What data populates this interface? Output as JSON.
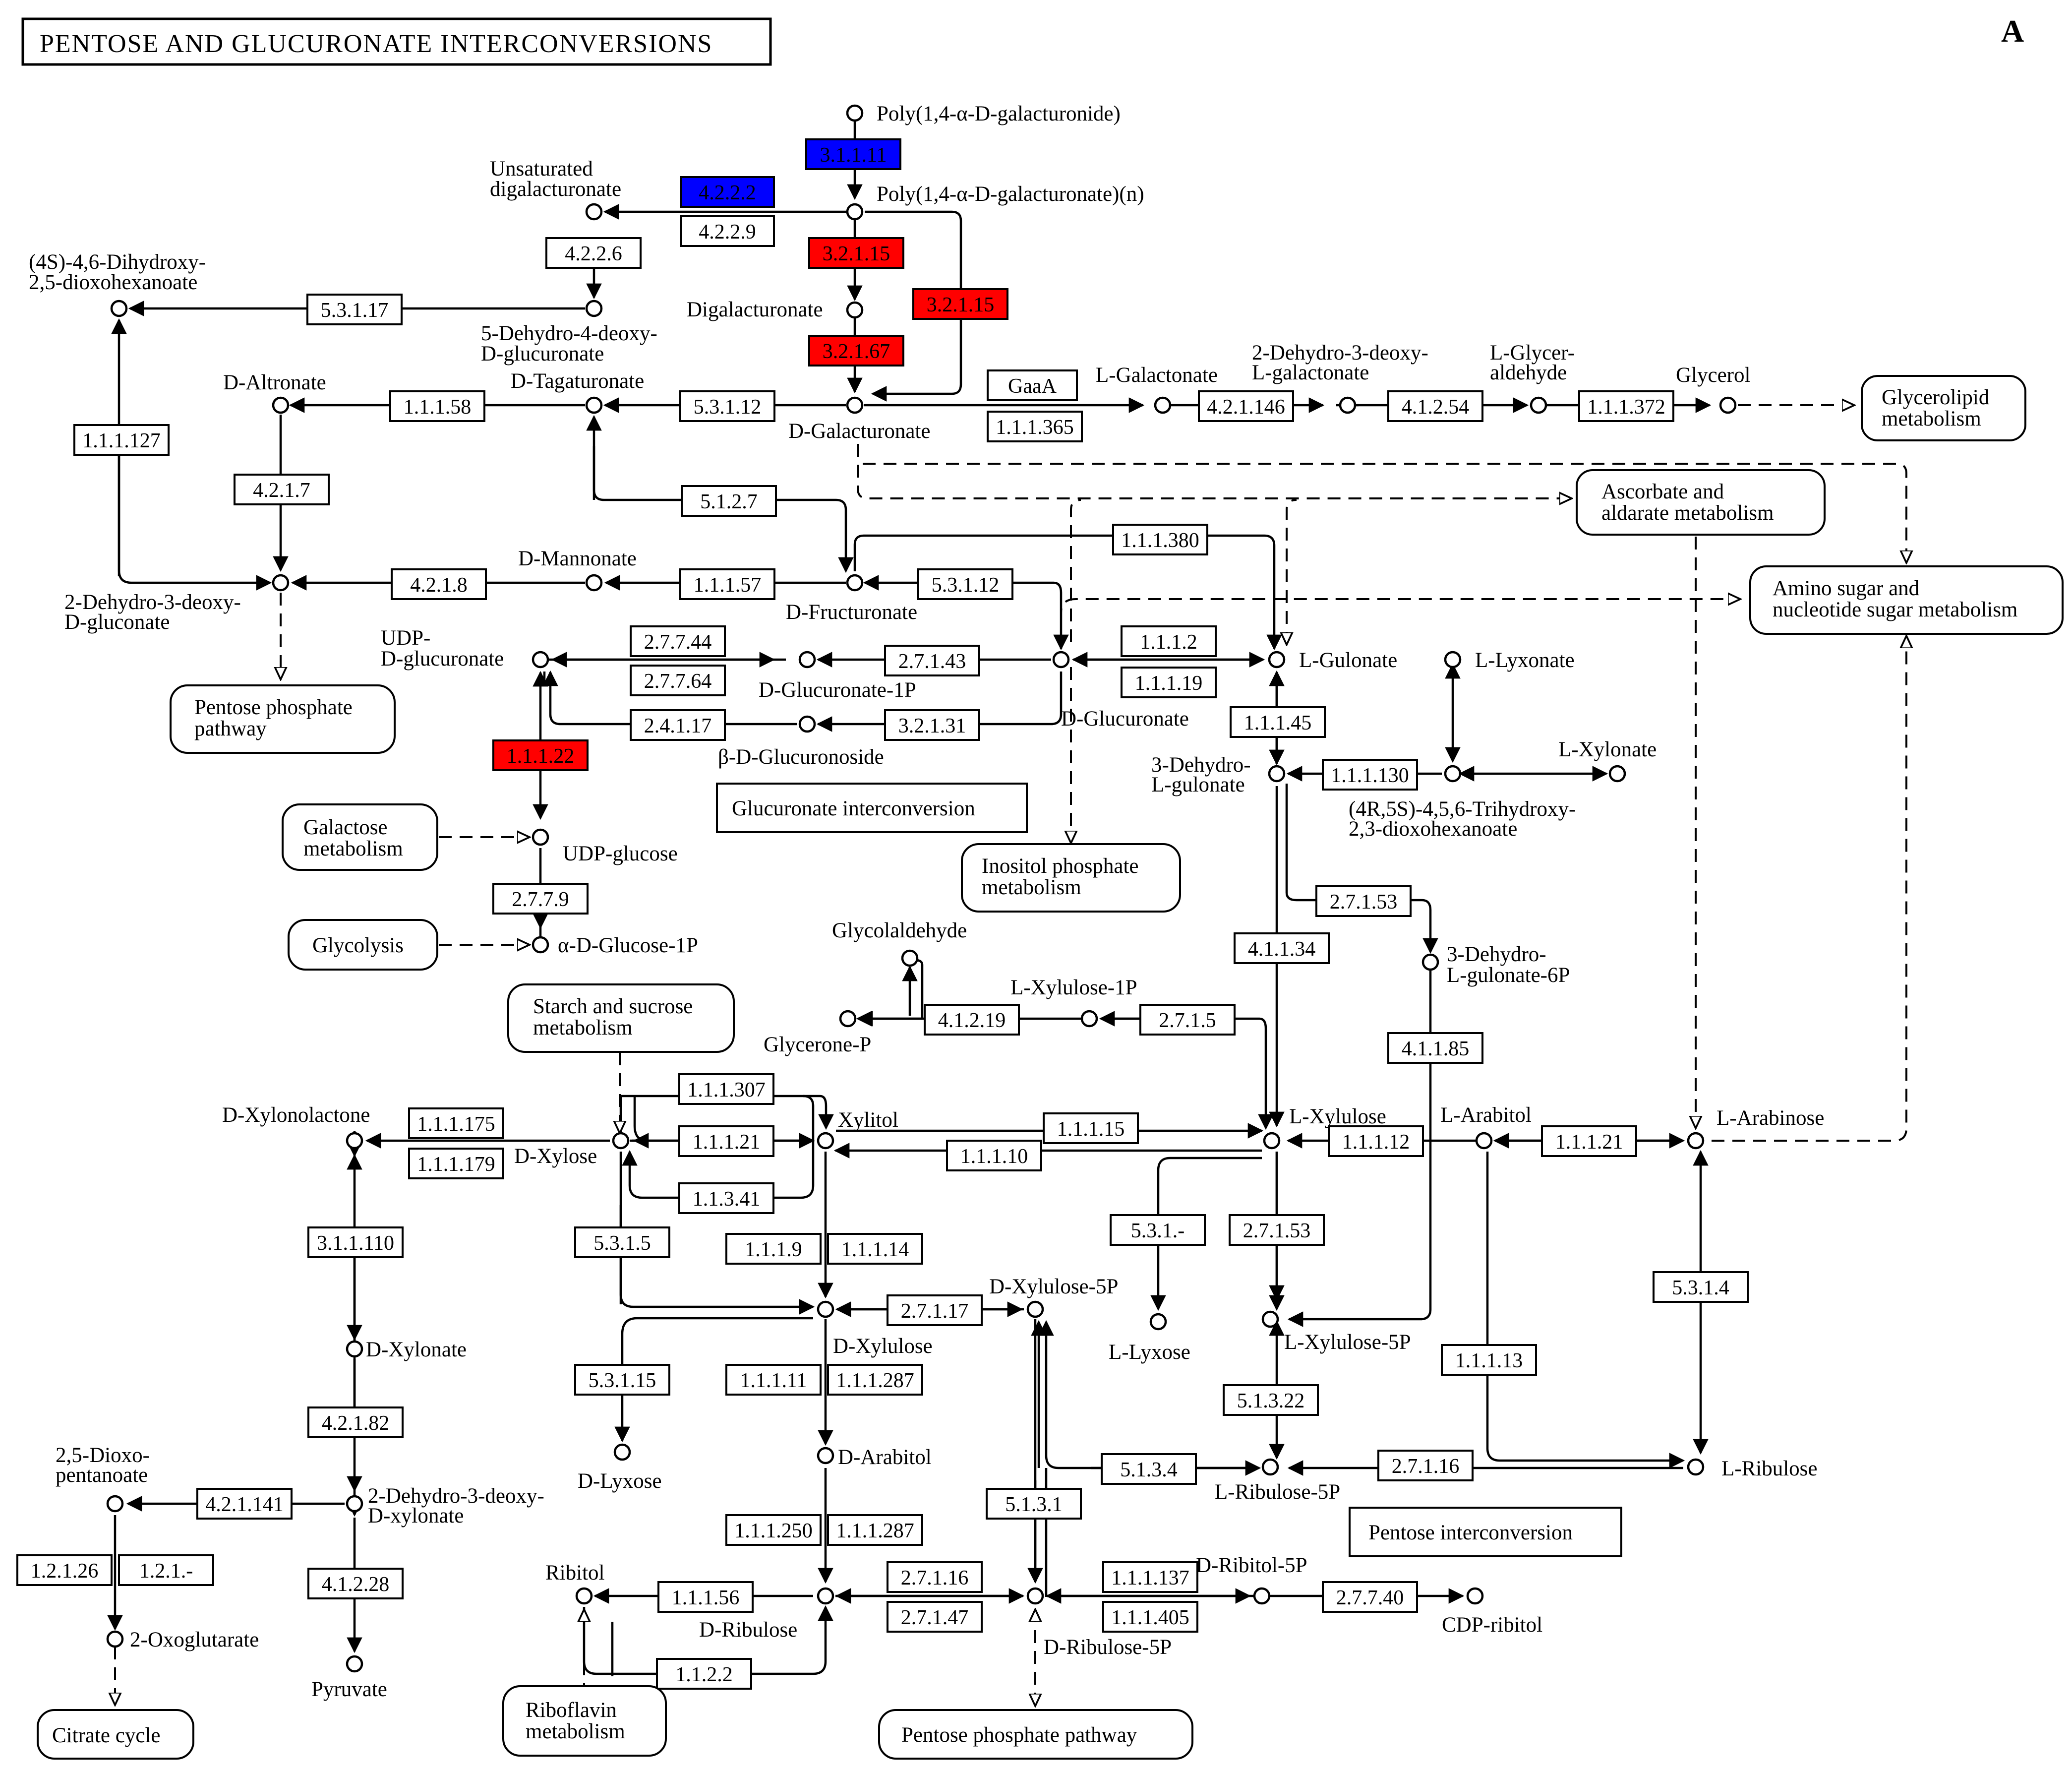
{
  "title": "PENTOSE AND GLUCURONATE INTERCONVERSIONS",
  "panel_label": "A",
  "colors": {
    "upregulated_red": "#ff0000",
    "downregulated_blue": "#0000ff",
    "line": "#000000",
    "background": "#ffffff"
  },
  "compounds": {
    "poly_galacturonide": "Poly(1,4-α-D-galacturonide)",
    "poly_galacturonate_n": "Poly(1,4-α-D-galacturonate)(n)",
    "unsat_digalacturonate_1": "Unsaturated",
    "unsat_digalacturonate_2": "digalacturonate",
    "dihydroxy_dioxohexanoate_1": "(4S)-4,6-Dihydroxy-",
    "dihydroxy_dioxohexanoate_2": "2,5-dioxohexanoate",
    "dehydro_deoxy_glucuronate_1": "5-Dehydro-4-deoxy-",
    "dehydro_deoxy_glucuronate_2": "D-glucuronate",
    "digalacturonate": "Digalacturonate",
    "d_altronate": "D-Altronate",
    "d_tagaturonate": "D-Tagaturonate",
    "d_galacturonate": "D-Galacturonate",
    "l_galactonate": "L-Galactonate",
    "dehydro_deoxy_galactonate_1": "2-Dehydro-3-deoxy-",
    "dehydro_deoxy_galactonate_2": "L-galactonate",
    "l_glyceraldehyde_1": "L-Glycer-",
    "l_glyceraldehyde_2": "aldehyde",
    "glycerol": "Glycerol",
    "dehydro_deoxy_gluconate_1": "2-Dehydro-3-deoxy-",
    "dehydro_deoxy_gluconate_2": "D-gluconate",
    "d_mannonate": "D-Mannonate",
    "d_fructuronate": "D-Fructuronate",
    "udp_glucuronate_1": "UDP-",
    "udp_glucuronate_2": "D-glucuronate",
    "d_glucuronate_1p": "D-Glucuronate-1P",
    "d_glucuronate": "D-Glucuronate",
    "beta_glucuronoside": "β-D-Glucuronoside",
    "l_gulonate": "L-Gulonate",
    "l_lyxonate": "L-Lyxonate",
    "l_xylonate": "L-Xylonate",
    "dehydro_l_gulonate_1": "3-Dehydro-",
    "dehydro_l_gulonate_2": "L-gulonate",
    "trihydroxy_dioxohexanoate_1": "(4R,5S)-4,5,6-Trihydroxy-",
    "trihydroxy_dioxohexanoate_2": "2,3-dioxohexanoate",
    "udp_glucose": "UDP-glucose",
    "alpha_glucose_1p": "α-D-Glucose-1P",
    "glycolaldehyde": "Glycolaldehyde",
    "l_xylulose_1p": "L-Xylulose-1P",
    "glycerone_p": "Glycerone-P",
    "dehydro_l_gulonate_6p_1": "3-Dehydro-",
    "dehydro_l_gulonate_6p_2": "L-gulonate-6P",
    "d_xylonolactone": "D-Xylonolactone",
    "d_xylose": "D-Xylose",
    "xylitol": "Xylitol",
    "l_xylulose": "L-Xylulose",
    "l_arabitol": "L-Arabitol",
    "l_arabinose": "L-Arabinose",
    "d_xylulose_5p": "D-Xylulose-5P",
    "d_xylulose": "D-Xylulose",
    "l_lyxose": "L-Lyxose",
    "l_xylulose_5p": "L-Xylulose-5P",
    "d_xylonate": "D-Xylonate",
    "d_lyxose": "D-Lyxose",
    "d_arabitol": "D-Arabitol",
    "l_ribulose_5p": "L-Ribulose-5P",
    "l_ribulose": "L-Ribulose",
    "dioxopentanoate_1": "2,5-Dioxo-",
    "dioxopentanoate_2": "pentanoate",
    "dehydro_deoxy_xylonate_1": "2-Dehydro-3-deoxy-",
    "dehydro_deoxy_xylonate_2": "D-xylonate",
    "ribitol": "Ribitol",
    "d_ribulose": "D-Ribulose",
    "d_ribitol_5p": "D-Ribitol-5P",
    "cdp_ribitol": "CDP-ribitol",
    "d_ribulose_5p": "D-Ribulose-5P",
    "oxoglutarate": "2-Oxoglutarate",
    "pyruvate": "Pyruvate"
  },
  "enzymes": {
    "e3_1_1_11": "3.1.1.11",
    "e4_2_2_2": "4.2.2.2",
    "e4_2_2_9": "4.2.2.9",
    "e3_2_1_15a": "3.2.1.15",
    "e3_2_1_15b": "3.2.1.15",
    "e3_2_1_67": "3.2.1.67",
    "e4_2_2_6": "4.2.2.6",
    "e5_3_1_17": "5.3.1.17",
    "e1_1_1_127": "1.1.1.127",
    "e1_1_1_58": "1.1.1.58",
    "e5_3_1_12a": "5.3.1.12",
    "e_gaaa": "GaaA",
    "e1_1_1_365": "1.1.1.365",
    "e4_2_1_146a": "4.2.1.146",
    "e4_1_2_54": "4.1.2.54",
    "e1_1_1_372": "1.1.1.372",
    "e4_2_1_7": "4.2.1.7",
    "e5_1_2_7": "5.1.2.7",
    "e1_1_1_380": "1.1.1.380",
    "e4_2_1_8": "4.2.1.8",
    "e1_1_1_57": "1.1.1.57",
    "e5_3_1_12b": "5.3.1.12",
    "e2_7_7_44": "2.7.7.44",
    "e2_7_7_64": "2.7.7.64",
    "e2_7_1_43": "2.7.1.43",
    "e1_1_1_2": "1.1.1.2",
    "e1_1_1_19": "1.1.1.19",
    "e2_4_1_17": "2.4.1.17",
    "e3_2_1_31": "3.2.1.31",
    "e1_1_1_45": "1.1.1.45",
    "e1_1_1_22": "1.1.1.22",
    "e1_1_1_130": "1.1.1.130",
    "e2_7_7_9": "2.7.7.9",
    "e2_7_1_53a": "2.7.1.53",
    "e4_1_1_34": "4.1.1.34",
    "e4_1_2_19": "4.1.2.19",
    "e2_7_1_5": "2.7.1.5",
    "e4_1_1_85": "4.1.1.85",
    "e1_1_1_307": "1.1.1.307",
    "e1_1_1_175": "1.1.1.175",
    "e1_1_1_179": "1.1.1.179",
    "e1_1_1_21a": "1.1.1.21",
    "e1_1_3_41": "1.1.3.41",
    "e1_1_1_15": "1.1.1.15",
    "e1_1_1_10": "1.1.1.10",
    "e1_1_1_12": "1.1.1.12",
    "e1_1_1_21b": "1.1.1.21",
    "e3_1_1_110": "3.1.1.110",
    "e5_3_1_5": "5.3.1.5",
    "e1_1_1_9": "1.1.1.9",
    "e1_1_1_14": "1.1.1.14",
    "e5_3_1_dash": "5.3.1.-",
    "e2_7_1_53b": "2.7.1.53",
    "e5_3_1_4": "5.3.1.4",
    "e2_7_1_17": "2.7.1.17",
    "e5_3_1_15": "5.3.1.15",
    "e1_1_1_11": "1.1.1.11",
    "e1_1_1_287a": "1.1.1.287",
    "e1_1_1_13": "1.1.1.13",
    "e4_2_1_82": "4.2.1.82",
    "e5_1_3_22": "5.1.3.22",
    "e5_1_3_4": "5.1.3.4",
    "e2_7_1_16a": "2.7.1.16",
    "e4_2_1_141": "4.2.1.141",
    "e5_1_3_1": "5.1.3.1",
    "e1_1_1_250": "1.1.1.250",
    "e1_1_1_287b": "1.1.1.287",
    "e1_2_1_26": "1.2.1.26",
    "e1_2_1_dash": "1.2.1.-",
    "e4_1_2_28": "4.1.2.28",
    "e1_1_1_56": "1.1.1.56",
    "e2_7_1_16b": "2.7.1.16",
    "e2_7_1_47": "2.7.1.47",
    "e1_1_1_137": "1.1.1.137",
    "e1_1_1_405": "1.1.1.405",
    "e2_7_7_40": "2.7.7.40",
    "e1_1_2_2": "1.1.2.2"
  },
  "pathways": {
    "glycerolipid_1": "Glycerolipid",
    "glycerolipid_2": "metabolism",
    "ascorbate_1": "Ascorbate and",
    "ascorbate_2": "aldarate metabolism",
    "amino_sugar_1": "Amino sugar and",
    "amino_sugar_2": "nucleotide sugar metabolism",
    "pentose_phosphate_1": "Pentose phosphate",
    "pentose_phosphate_2": "pathway",
    "galactose_1": "Galactose",
    "galactose_2": "metabolism",
    "glycolysis": "Glycolysis",
    "inositol_1": "Inositol phosphate",
    "inositol_2": "metabolism",
    "starch_1": "Starch and sucrose",
    "starch_2": "metabolism",
    "citrate": "Citrate cycle",
    "riboflavin_1": "Riboflavin",
    "riboflavin_2": "metabolism",
    "pentose_phosphate_bottom": "Pentose phosphate pathway"
  },
  "section_labels": {
    "glucuronate_interconversion": "Glucuronate interconversion",
    "pentose_interconversion": "Pentose interconversion"
  }
}
